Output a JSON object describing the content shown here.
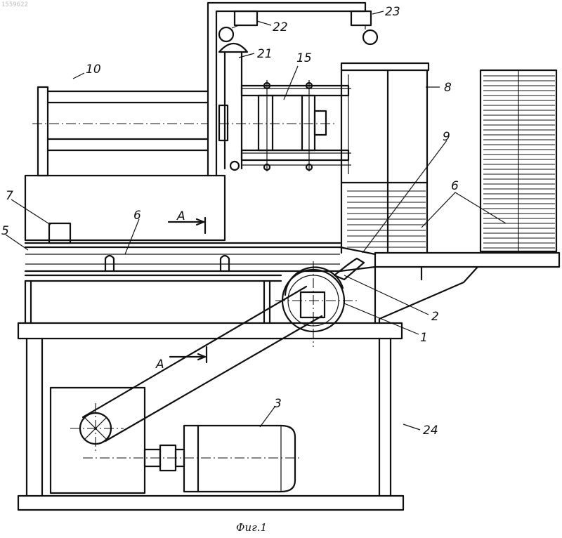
{
  "corner_code": "1559622",
  "caption": "Фиг.1",
  "section_mark": "A",
  "labels": [
    {
      "id": "1",
      "text": "1"
    },
    {
      "id": "2",
      "text": "2"
    },
    {
      "id": "3",
      "text": "3"
    },
    {
      "id": "5",
      "text": "5"
    },
    {
      "id": "6a",
      "text": "6"
    },
    {
      "id": "6b",
      "text": "6"
    },
    {
      "id": "7",
      "text": "7"
    },
    {
      "id": "8",
      "text": "8"
    },
    {
      "id": "9",
      "text": "9"
    },
    {
      "id": "10",
      "text": "10"
    },
    {
      "id": "15",
      "text": "15"
    },
    {
      "id": "21",
      "text": "21"
    },
    {
      "id": "22",
      "text": "22"
    },
    {
      "id": "23",
      "text": "23"
    },
    {
      "id": "24",
      "text": "24"
    }
  ]
}
